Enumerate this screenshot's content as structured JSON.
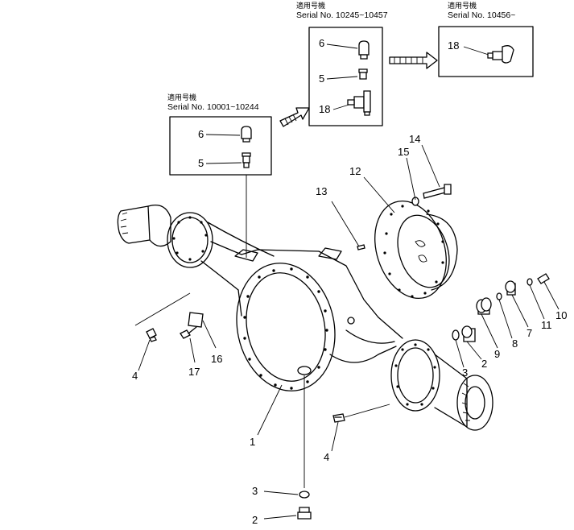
{
  "insets": {
    "early": {
      "header": "適用号機",
      "serial": "Serial No. 10001~10244",
      "labels": [
        "6",
        "5"
      ]
    },
    "middle": {
      "header": "適用号機",
      "serial": "Serial No. 10245~10457",
      "labels": [
        "6",
        "5",
        "18"
      ]
    },
    "late": {
      "header": "適用号機",
      "serial": "Serial No. 10456~",
      "labels": [
        "18"
      ]
    }
  },
  "callouts": {
    "c1": "1",
    "c2a": "2",
    "c2b": "2",
    "c3a": "3",
    "c3b": "3",
    "c4a": "4",
    "c4b": "4",
    "c7": "7",
    "c8": "8",
    "c9": "9",
    "c10": "10",
    "c11": "11",
    "c12": "12",
    "c13": "13",
    "c14": "14",
    "c15": "15",
    "c16": "16",
    "c17": "17"
  }
}
